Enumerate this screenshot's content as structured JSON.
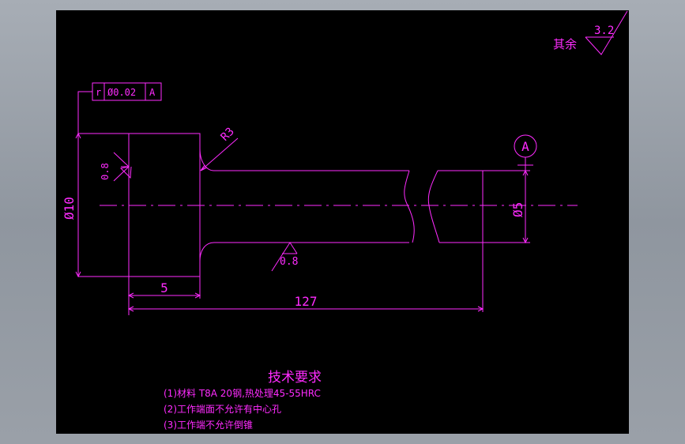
{
  "roughness_rest": {
    "prefix": "其余",
    "value": "3.2"
  },
  "gdt_frame": {
    "symbol": "r",
    "tolerance": "Ø0.02",
    "datum": "A"
  },
  "dimensions": {
    "radius": "R3",
    "head_diameter": "Ø10",
    "shaft_diameter": "Ø5",
    "head_length": "5",
    "total_length": "127",
    "roughness_head": "0.8",
    "roughness_shaft": "0.8"
  },
  "datum_marker": "A",
  "tech_requirements": {
    "title": "技术要求",
    "items": [
      "(1)材料 T8A  20钢,热处理45-55HRC",
      "(2)工作端面不允许有中心孔",
      "(3)工作端不允许倒锥"
    ]
  }
}
